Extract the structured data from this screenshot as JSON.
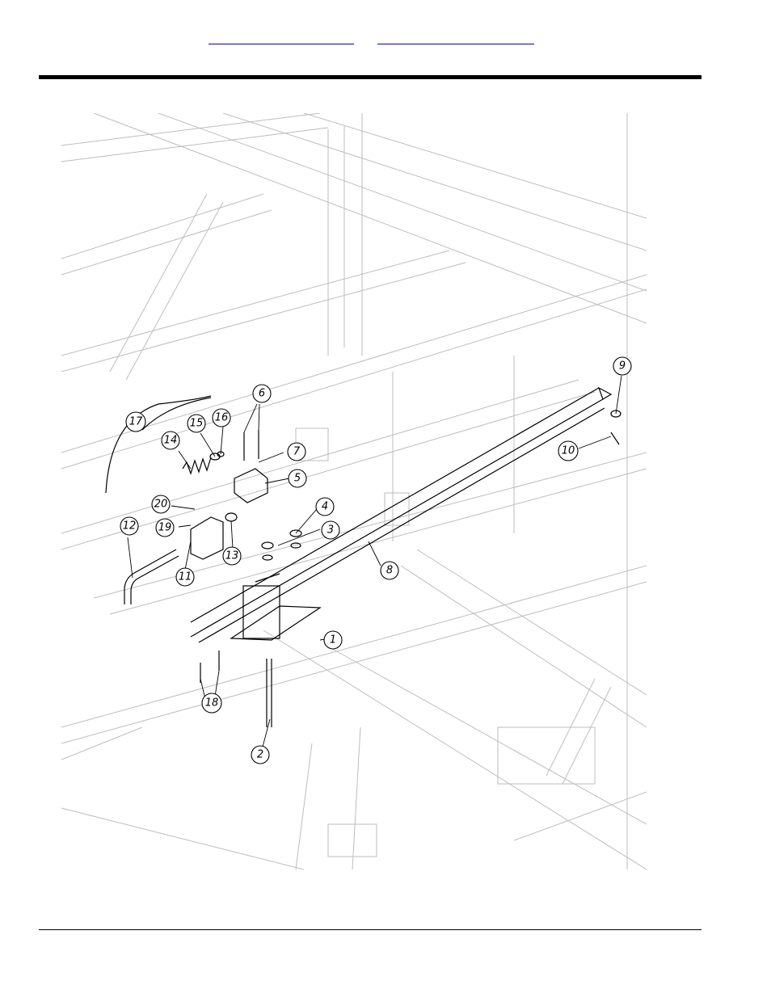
{
  "header": {
    "links": [
      {
        "label": "",
        "color": "#0000cc"
      },
      {
        "label": "",
        "color": "#0000cc"
      }
    ]
  },
  "diagram": {
    "type": "exploded-parts-view",
    "callouts": [
      "1",
      "2",
      "3",
      "4",
      "5",
      "6",
      "7",
      "8",
      "9",
      "10",
      "11",
      "12",
      "13",
      "14",
      "15",
      "16",
      "17",
      "18",
      "19",
      "20"
    ]
  }
}
